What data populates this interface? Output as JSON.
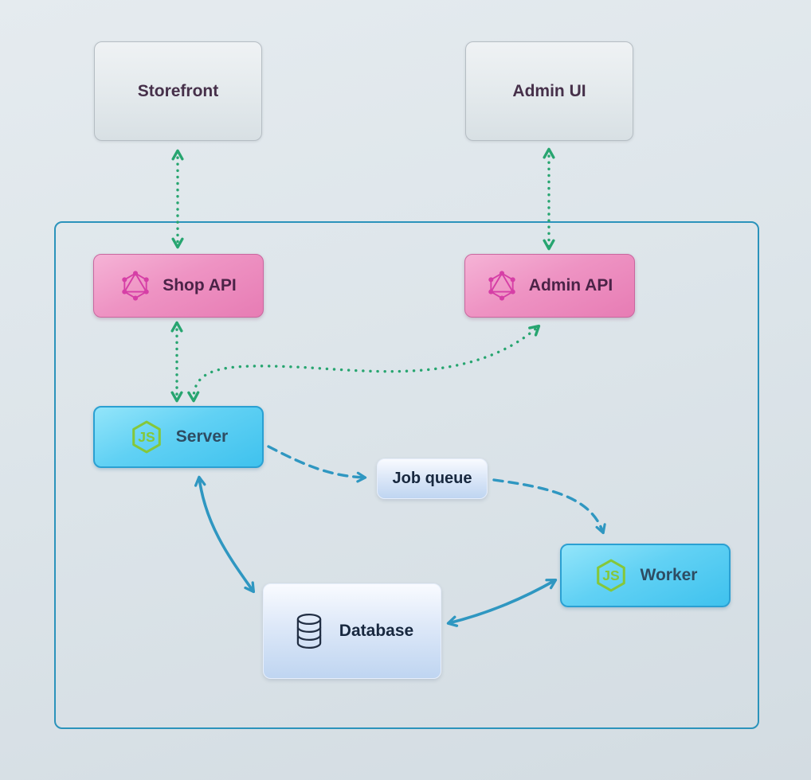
{
  "diagram": {
    "nodes": {
      "storefront": {
        "label": "Storefront",
        "kind": "external-app"
      },
      "admin_ui": {
        "label": "Admin UI",
        "kind": "external-app"
      },
      "shop_api": {
        "label": "Shop API",
        "kind": "graphql-api",
        "icon": "graphql-icon"
      },
      "admin_api": {
        "label": "Admin API",
        "kind": "graphql-api",
        "icon": "graphql-icon"
      },
      "server": {
        "label": "Server",
        "kind": "nodejs-process",
        "icon": "nodejs-icon"
      },
      "job_queue": {
        "label": "Job queue",
        "kind": "queue"
      },
      "worker": {
        "label": "Worker",
        "kind": "nodejs-process",
        "icon": "nodejs-icon"
      },
      "database": {
        "label": "Database",
        "kind": "datastore",
        "icon": "database-icon"
      }
    },
    "edges": [
      {
        "from": "Storefront",
        "to": "Shop API",
        "style": "dotted",
        "color": "green",
        "direction": "both"
      },
      {
        "from": "Admin UI",
        "to": "Admin API",
        "style": "dotted",
        "color": "green",
        "direction": "both"
      },
      {
        "from": "Shop API",
        "to": "Server",
        "style": "dotted",
        "color": "green",
        "direction": "both"
      },
      {
        "from": "Server",
        "to": "Admin API",
        "style": "dotted",
        "color": "green",
        "direction": "both"
      },
      {
        "from": "Server",
        "to": "Job queue",
        "style": "dashed",
        "color": "blue",
        "direction": "forward"
      },
      {
        "from": "Job queue",
        "to": "Worker",
        "style": "dashed",
        "color": "blue",
        "direction": "forward"
      },
      {
        "from": "Server",
        "to": "Database",
        "style": "solid",
        "color": "blue",
        "direction": "both"
      },
      {
        "from": "Worker",
        "to": "Database",
        "style": "solid",
        "color": "blue",
        "direction": "both"
      }
    ],
    "colors": {
      "green_arrow": "#27a570",
      "blue_arrow": "#2f97c1",
      "graphql_pink": "#d63fa6",
      "nodejs_green": "#85c73a",
      "container_border": "#2b93bb",
      "external_text": "#46304a",
      "pink_text": "#4b2347",
      "cyan_text": "#2e4c62",
      "light_text": "#18283f"
    }
  }
}
